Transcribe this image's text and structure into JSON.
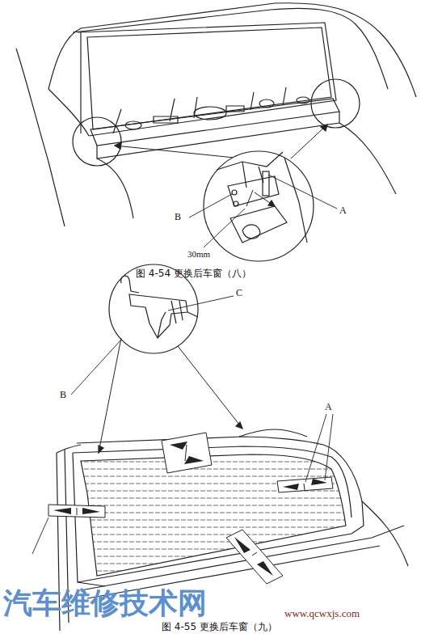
{
  "diagram": {
    "labels": [
      "B",
      "A",
      "30mm",
      "图 4-54 更换后车窗（八）",
      "C",
      "B",
      "A",
      "图 4-55 更换后车窗（九）",
      "汽车维修技术网",
      "www.qcwxjs.com"
    ]
  }
}
